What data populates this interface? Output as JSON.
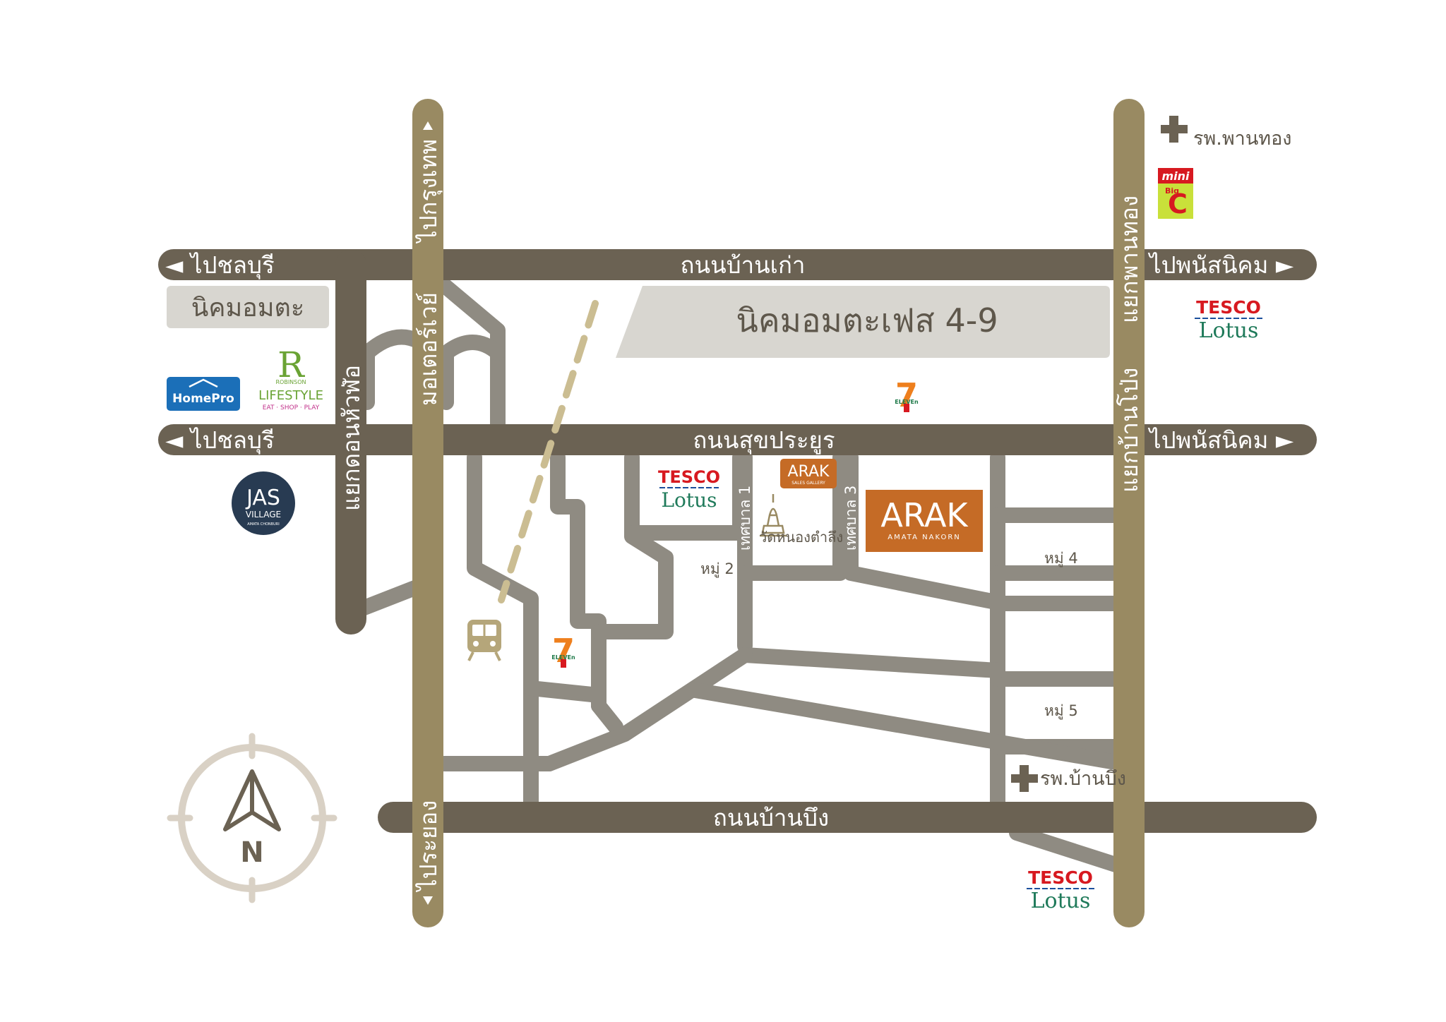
{
  "roads": {
    "north_road": "ถนนบ้านเก่า",
    "middle_road": "ถนนสุขประยูร",
    "south_road": "ถนนบ้านบึง",
    "to_chonburi_top": "◄ ไปชลบุรี",
    "to_chonburi_mid": "◄ ไปชลบุรี",
    "to_phanatnikhom_top": "ไปพนัสนิคม ►",
    "to_phanatnikhom_mid": "ไปพนัสนิคม ►",
    "to_bangkok": "ไปกรุงเทพ",
    "to_rayong": "ไประยอง",
    "motorway": "มอเตอร์เวย์",
    "hua_pho_junction": "แยกดอนหัวฬ่อ",
    "phan_thong_junction": "แยกพานทอง",
    "ban_pong_junction": "แยกบ้านโป่ง",
    "thetsaban_1": "เทศบาล 1",
    "thetsaban_3": "เทศบาล 3",
    "moo_2": "หมู่ 2",
    "moo_4": "หมู่ 4",
    "moo_5": "หมู่ 5"
  },
  "zones": {
    "amata": "นิคมอมตะ",
    "amata_phase": "นิคมอมตะเฟส 4-9"
  },
  "places": {
    "hospital_phanthong": "รพ.พานทอง",
    "hospital_banbueng": "รพ.บ้านบึง",
    "temple": "วัดหนองตำลึง"
  },
  "logos": {
    "tesco": "TESCO",
    "lotus": "Lotus",
    "minibigc_mini": "mini",
    "minibigc_big": "Big",
    "minibigc_c": "C",
    "homepro": "HomePro",
    "robinson_r": "R",
    "robinson_name": "ROBINSON",
    "robinson_lifestyle": "LIFESTYLE",
    "robinson_tag": "EAT · SHOP · PLAY",
    "jas_name": "JAS",
    "jas_village": "VILLAGE",
    "jas_sub": "AMATA CHONBURI",
    "arak_sales": "ARAK",
    "arak_sales_sub": "SALES GALLERY",
    "arak_main": "ARAK",
    "arak_main_sub": "AMATA NAKORN",
    "seven": "7",
    "eleven": "ELEVEn",
    "compass_n": "N"
  },
  "icons": {
    "hospital": "hospital-cross-icon",
    "train": "train-icon",
    "temple": "temple-icon",
    "compass": "compass-icon"
  },
  "colors": {
    "main_road": "#6b6253",
    "highway": "#998a62",
    "local_road": "#8f8b82",
    "zone": "#d8d6d0",
    "arak": "#c56b26",
    "tesco_red": "#d71920",
    "lotus_green": "#1f7a5a",
    "homepro_blue": "#1b6fb8",
    "jas_navy": "#283b52",
    "compass": "#d9d1c5",
    "rail": "#cbbd92"
  }
}
